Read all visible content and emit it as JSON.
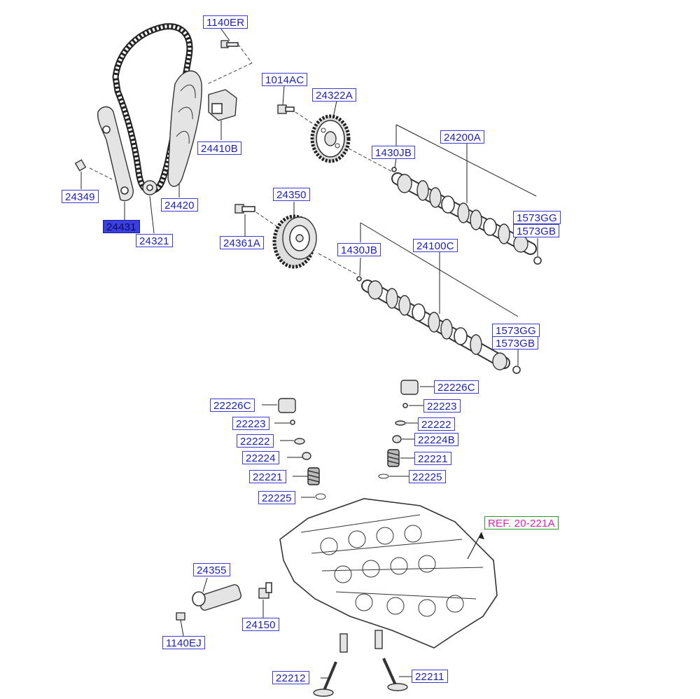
{
  "colors": {
    "label_border": "#3b3fd6",
    "label_text": "#1b1fb8",
    "selected_fill": "#3b3fe0",
    "ref_text": "#e01fbd",
    "ref_border": "#2b9a2b"
  },
  "labels": {
    "p1140ER": "1140ER",
    "p1014AC": "1014AC",
    "p24322A": "24322A",
    "p24410B": "24410B",
    "p24200A": "24200A",
    "p1430JB_a": "1430JB",
    "p24349": "24349",
    "p24420": "24420",
    "p24431": "24431",
    "p24321": "24321",
    "p24350": "24350",
    "p24361A": "24361A",
    "p1573GG_a": "1573GG",
    "p1573GB_a": "1573GB",
    "p1430JB_b": "1430JB",
    "p24100C": "24100C",
    "p1573GG_b": "1573GG",
    "p1573GB_b": "1573GB",
    "p22226C_r": "22226C",
    "p22226C_l": "22226C",
    "p22223_r": "22223",
    "p22223_l": "22223",
    "p22222_r": "22222",
    "p22222_l": "22222",
    "p22224B": "22224B",
    "p22224": "22224",
    "p22221_r": "22221",
    "p22221_l": "22221",
    "p22225_r": "22225",
    "p22225_l": "22225",
    "ref": "REF. 20-221A",
    "p24355": "24355",
    "p24150": "24150",
    "p1140EJ": "1140EJ",
    "p22212": "22212",
    "p22211": "22211"
  }
}
